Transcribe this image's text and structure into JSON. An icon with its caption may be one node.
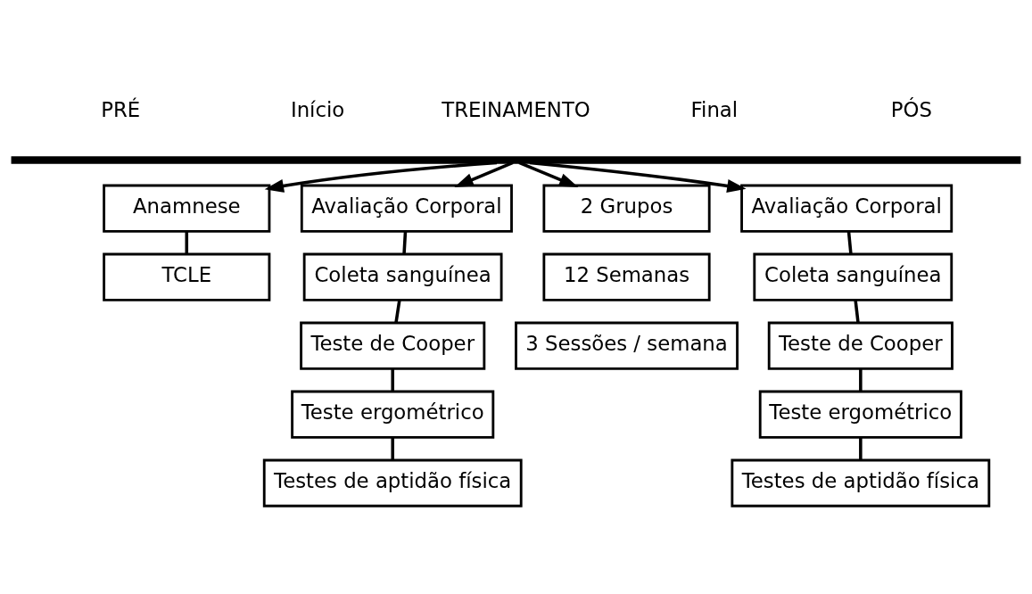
{
  "diagram": {
    "nodes": [
      {
        "text": [],
        "shape": "bar"
      },
      {
        "text": [
          "Anamnese"
        ]
      },
      {
        "text": [
          "TCLE"
        ]
      },
      {
        "text": [
          "Avaliação Corporal"
        ]
      },
      {
        "text": [
          "Coleta sanguínea"
        ]
      },
      {
        "text": [
          "Teste de Cooper"
        ]
      },
      {
        "text": [
          "Teste ergométrico"
        ]
      },
      {
        "text": [
          "Testes de aptidão física"
        ]
      },
      {
        "text": [
          "2 Grupos"
        ]
      },
      {
        "text": [
          "12 Semanas"
        ]
      },
      {
        "text": [
          "3 Sessões / semana"
        ]
      },
      {
        "text": [
          "Avaliação Corporal"
        ]
      },
      {
        "text": [
          "Coleta sanguínea"
        ]
      },
      {
        "text": [
          "Teste de Cooper"
        ]
      },
      {
        "text": [
          "Teste ergométrico"
        ]
      },
      {
        "text": [
          "Testes de aptidão física"
        ]
      }
    ],
    "edges": [
      {
        "from": 0,
        "to": 1,
        "arrow": "to"
      },
      {
        "from": 0,
        "to": 3,
        "arrow": "to"
      },
      {
        "from": 0,
        "to": 8,
        "arrow": "to"
      },
      {
        "from": 0,
        "to": 11,
        "arrow": "to"
      },
      {
        "from": 1,
        "to": 2,
        "arrow": "none"
      },
      {
        "from": 3,
        "to": 4,
        "arrow": "none"
      },
      {
        "from": 4,
        "to": 5,
        "arrow": "none"
      },
      {
        "from": 5,
        "to": 6,
        "arrow": "none"
      },
      {
        "from": 6,
        "to": 7,
        "arrow": "none"
      },
      {
        "from": 11,
        "to": 12,
        "arrow": "none"
      },
      {
        "from": 12,
        "to": 13,
        "arrow": "none"
      },
      {
        "from": 13,
        "to": 14,
        "arrow": "none"
      },
      {
        "from": 14,
        "to": 15,
        "arrow": "none"
      }
    ],
    "labels": [
      "PRÉ",
      "Início",
      "TREINAMENTO",
      "Final",
      "PÓS"
    ]
  }
}
